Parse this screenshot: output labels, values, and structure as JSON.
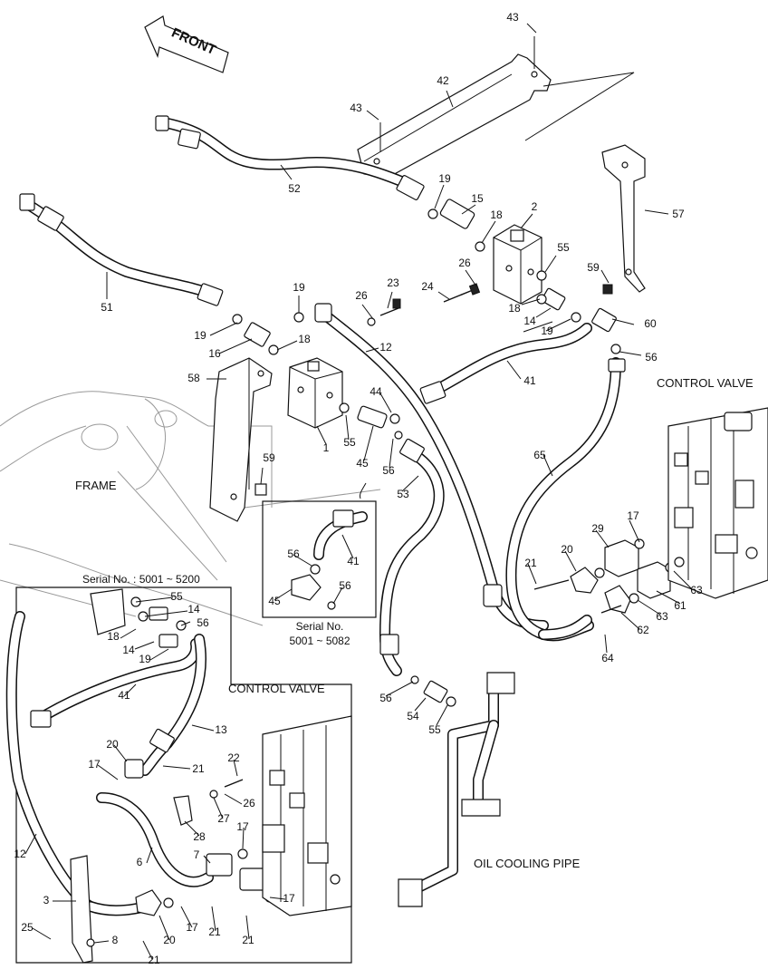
{
  "labels": {
    "front": "FRONT",
    "frame": "FRAME",
    "control_valve_main": "CONTROL VALVE",
    "control_valve_inset": "CONTROL VALVE",
    "oil_cooling_pipe": "OIL COOLING PIPE",
    "serial_inset_title": "Serial No. : 5001 ~ 5200",
    "serial_small_line1": "Serial No.",
    "serial_small_line2": "5001 ~ 5082"
  },
  "part_numbers": [
    "43",
    "42",
    "43",
    "52",
    "19",
    "15",
    "18",
    "2",
    "57",
    "51",
    "55",
    "26",
    "24",
    "59",
    "19",
    "26",
    "23",
    "18",
    "14",
    "19",
    "60",
    "19",
    "16",
    "18",
    "12",
    "56",
    "58",
    "41",
    "44",
    "1",
    "55",
    "45",
    "56",
    "59",
    "53",
    "65",
    "56",
    "41",
    "45",
    "56",
    "17",
    "29",
    "21",
    "20",
    "55",
    "14",
    "56",
    "18",
    "14",
    "19",
    "63",
    "61",
    "63",
    "62",
    "64",
    "41",
    "13",
    "20",
    "17",
    "21",
    "22",
    "26",
    "27",
    "28",
    "6",
    "17",
    "7",
    "12",
    "3",
    "25",
    "8",
    "21",
    "20",
    "17",
    "21",
    "21",
    "17",
    "56",
    "54",
    "55"
  ]
}
